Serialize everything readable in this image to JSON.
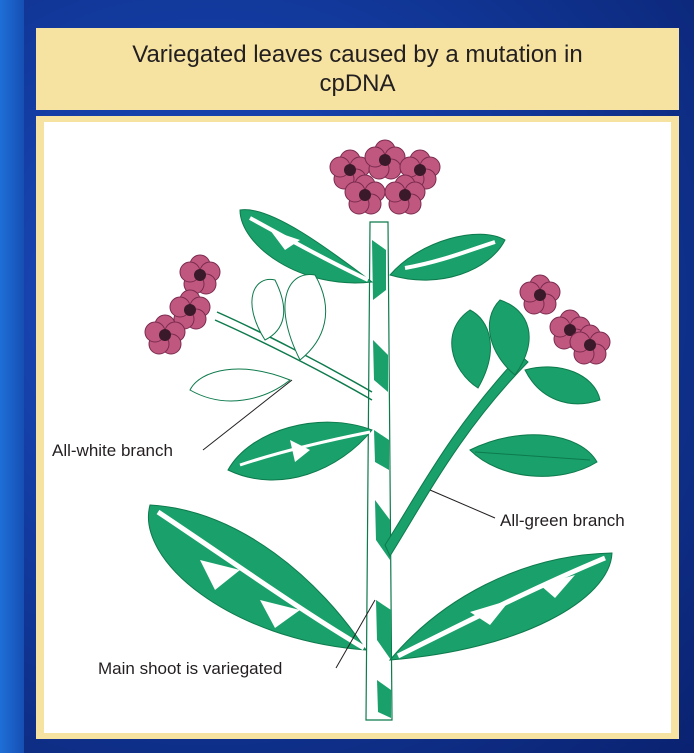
{
  "title": "Variegated leaves caused by a mutation in cpDNA",
  "labels": {
    "white_branch": "All-white branch",
    "green_branch": "All-green branch",
    "main_shoot": "Main shoot is variegated"
  },
  "colors": {
    "leaf_green": "#1aa06a",
    "dark_green": "#0d7a4c",
    "flower_pink": "#c0577f",
    "flower_dark": "#7a2a4f",
    "title_bg": "#f6e3a1"
  }
}
